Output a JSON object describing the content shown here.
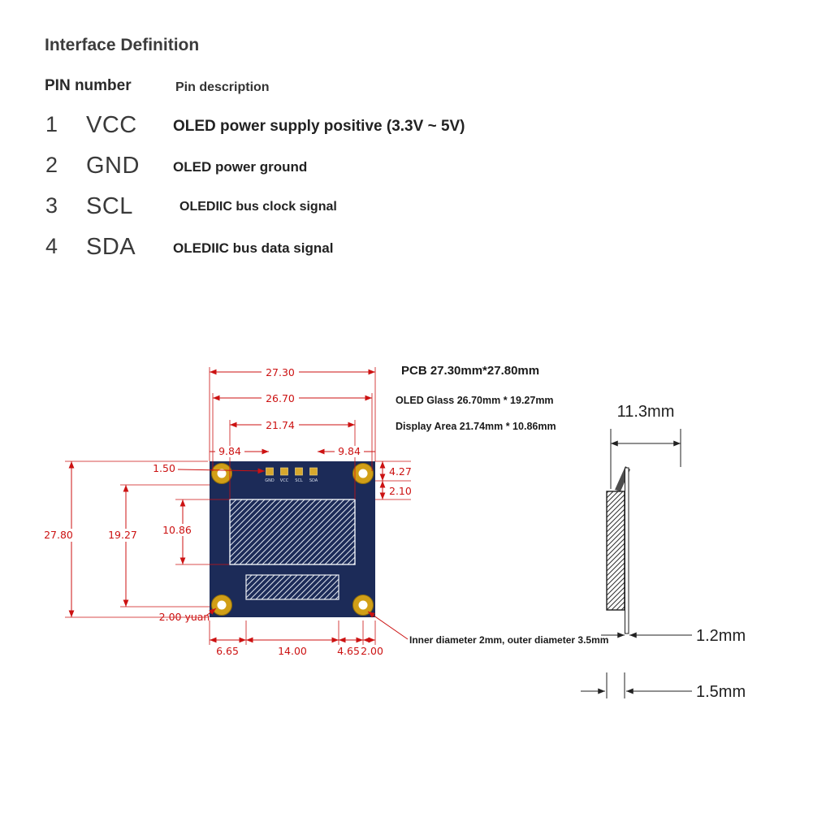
{
  "header": {
    "title": "Interface Definition",
    "col_pin": "PIN number",
    "col_desc": "Pin description"
  },
  "pins": [
    {
      "num": "1",
      "name": "VCC",
      "desc": "OLED power supply positive (3.3V ~ 5V)"
    },
    {
      "num": "2",
      "name": "GND",
      "desc": "OLED power ground"
    },
    {
      "num": "3",
      "name": "SCL",
      "desc": "OLEDIIC bus clock signal"
    },
    {
      "num": "4",
      "name": "SDA",
      "desc": "OLEDIIC bus data signal"
    }
  ],
  "pad_labels": [
    "GND",
    "VCC",
    "SCL",
    "SDA"
  ],
  "notes": {
    "pcb": "PCB 27.30mm*27.80mm",
    "glass": "OLED Glass 26.70mm * 19.27mm",
    "display": "Display Area 21.74mm * 10.86mm",
    "hole": "Inner diameter 2mm, outer diameter 3.5mm",
    "price": "2.00 yuan"
  },
  "dims": {
    "pcb_width": "27.30",
    "glass_width": "26.70",
    "display_width": "21.74",
    "pin_left": "9.84",
    "pin_right": "9.84",
    "pad_offset": "1.50",
    "top_margin": "4.27",
    "glass_gap": "2.10",
    "pcb_height": "27.80",
    "glass_height": "19.27",
    "display_height": "10.86",
    "bottom_left": "6.65",
    "bottom_center": "14.00",
    "bottom_right": "4.65",
    "bottom_edge": "2.00"
  },
  "side_view": {
    "width": "11.3mm",
    "pcb_thickness": "1.2mm",
    "total_thickness": "1.5mm"
  },
  "colors": {
    "dimension_red": "#cc1212",
    "pcb_navy": "#1c2b58",
    "hole_gold": "#d19f17"
  }
}
